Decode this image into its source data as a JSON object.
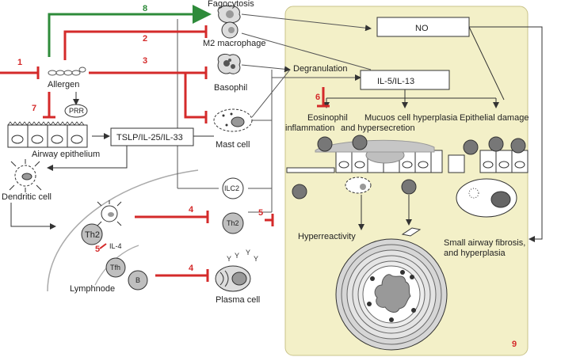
{
  "colors": {
    "red": "#d42a2a",
    "green": "#2e8b3a",
    "panel_fill": "#f3f0c8",
    "panel_stroke": "#c9c38a",
    "cell_gray": "#bfbfbf",
    "dark_gray": "#6f6f6f",
    "line": "#333333"
  },
  "left": {
    "allergen": "Allergen",
    "prr": "PRR",
    "airway_epithelium": "Airway epithelium",
    "tslp_box": "TSLP/IL-25/IL-33",
    "dendritic_cell": "Dendritic cell",
    "th2_node": "Th2",
    "il4": "IL-4",
    "tfh": "Tfh",
    "b_cell": "B",
    "lymphnode": "Lymphnode"
  },
  "middle": {
    "fagocytosis": "Fagocytosis",
    "m2_macrophage": "M2 macrophage",
    "basophil": "Basophil",
    "mast_cell": "Mast cell",
    "ilc2": "ILC2",
    "th2_cell": "Th2",
    "plasma_cell": "Plasma cell"
  },
  "right": {
    "no_box": "NO",
    "il_box": "IL-5/IL-13",
    "degranulation": "Degranulation",
    "eosinophil_line1": "Eosinophil",
    "eosinophil_line2": "inflammation",
    "mucous_line1": "Mucuos cell hyperplasia",
    "mucous_line2": "and hypersecretion",
    "epithelial_damage": "Epithelial damage",
    "hyperreactivity": "Hyperreactivity",
    "fibrosis_line1": "Small airway fibrosis,",
    "fibrosis_line2": "and hyperplasia"
  },
  "numbers": {
    "n1": "1",
    "n2": "2",
    "n3": "3",
    "n4a": "4",
    "n4b": "4",
    "n5a": "5",
    "n5b": "5",
    "n6": "6",
    "n7": "7",
    "n8": "8",
    "n9": "9"
  }
}
